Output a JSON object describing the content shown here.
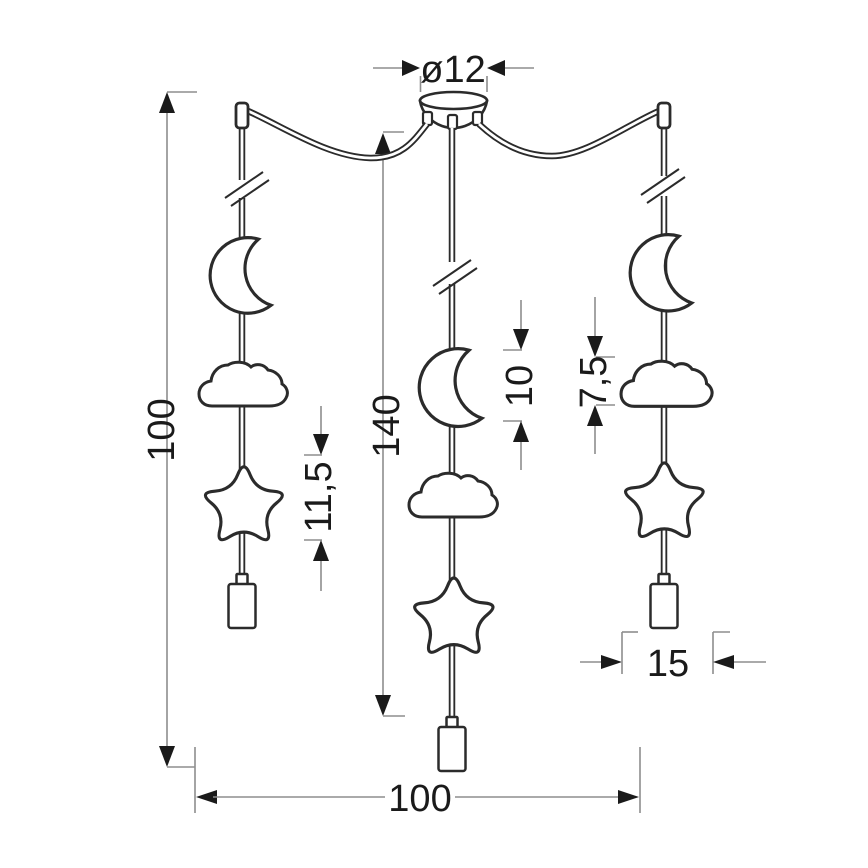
{
  "drawing": {
    "type": "pendant-lamp-dimension-diagram",
    "background": "#ffffff",
    "colors": {
      "outline": "#2b2b2b",
      "dimension_line": "#8e8e8e",
      "dimension_text": "#1a1a1a"
    },
    "shapes_per_cord": [
      "moon",
      "cloud",
      "star"
    ],
    "cord_count": "3",
    "labels": {
      "canopy_diameter": "ø12",
      "total_height": "100",
      "center_drop": "140",
      "star_height": "11,5",
      "moon_height": "10",
      "cloud_height": "7,5",
      "star_width": "15",
      "total_width": "100"
    }
  }
}
